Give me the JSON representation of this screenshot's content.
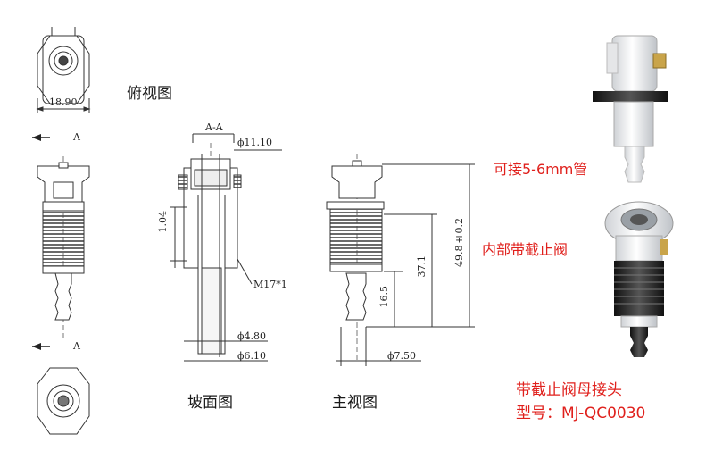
{
  "views": {
    "top_view": "俯视图",
    "section_view": "坡面图",
    "front_view": "主视图"
  },
  "markers": {
    "section_top": "A",
    "section_bottom": "A",
    "section_title": "A-A"
  },
  "dimensions": {
    "top_width": "18.90",
    "dia_top": "ϕ11.10",
    "thread_height": "1.04",
    "thread_spec": "M17*1",
    "dia_inner": "ϕ4.80",
    "dia_outer": "ϕ6.10",
    "dia_front": "ϕ7.50",
    "len_short": "16.5",
    "len_mid": "37.1",
    "len_total": "49.8±0.2"
  },
  "annotations": {
    "tube_note": "可接5-6mm管",
    "valve_note": "内部带截止阀",
    "product_name": "带截止阀母接头",
    "model": "型号：MJ-QC0030"
  },
  "colors": {
    "line": "#333333",
    "accent": "#e0201c",
    "thread": "#555555"
  }
}
